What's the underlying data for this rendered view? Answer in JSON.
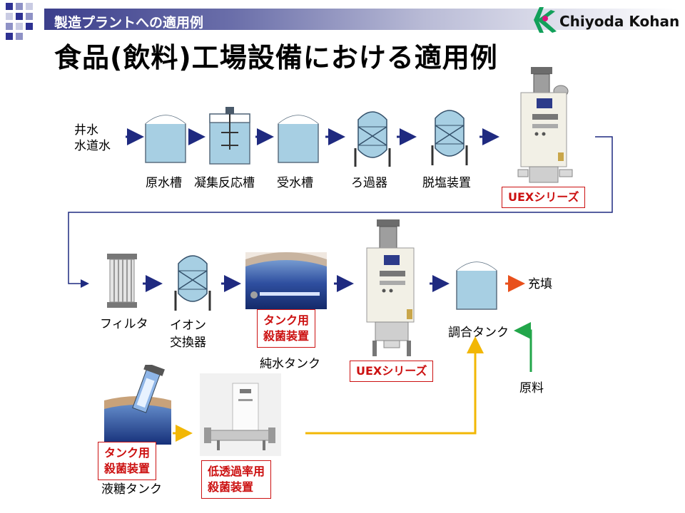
{
  "header": {
    "section": "製造プラントへの適用例",
    "title": "食品(飲料)工場設備における適用例"
  },
  "logo": {
    "name": "Chiyoda Kohan",
    "colors": [
      "#12a05a",
      "#e0107a"
    ]
  },
  "row1": {
    "source_line1": "井水",
    "source_line2": "水道水",
    "items": [
      "原水槽",
      "凝集反応槽",
      "受水槽",
      "ろ過器",
      "脱塩装置"
    ],
    "uex": "UEXシリーズ"
  },
  "row2": {
    "filter": "フィルタ",
    "ion_line1": "イオン",
    "ion_line2": "交換器",
    "tank_steril_line1": "タンク用",
    "tank_steril_line2": "殺菌装置",
    "pure_tank": "純水タンク",
    "uex": "UEXシリーズ",
    "mix_tank": "調合タンク",
    "fill": "充填",
    "raw": "原料"
  },
  "row3": {
    "tank_steril_line1": "タンク用",
    "tank_steril_line2": "殺菌装置",
    "sugar_tank": "液糖タンク",
    "lowpass_line1": "低透過率用",
    "lowpass_line2": "殺菌装置"
  },
  "colors": {
    "navy_arrow": "#1f2a80",
    "yellow_arrow": "#f2b705",
    "green_arrow": "#22a64a",
    "orange_arrow": "#e8501c",
    "red_box": "#cc1111"
  }
}
